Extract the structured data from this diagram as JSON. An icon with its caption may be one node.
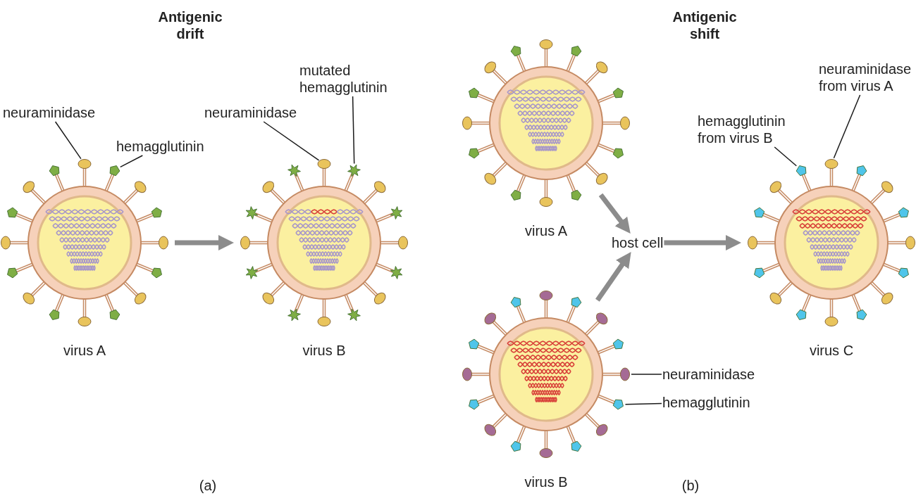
{
  "diagram": {
    "nodes": [
      {
        "text": [
          "virus A"
        ]
      },
      {
        "text": [
          "neuraminidase"
        ]
      },
      {
        "text": [],
        "shape": "circle",
        "in": 0
      },
      {
        "text": [
          "hemagglutinin"
        ]
      },
      {
        "text": [],
        "shape": "pentagon",
        "in": 0
      },
      {
        "text": [
          "virus B"
        ]
      },
      {
        "text": [
          "neuraminidase"
        ]
      },
      {
        "text": [],
        "shape": "circle",
        "in": 5
      },
      {
        "text": [
          "mutated hemagglutinin"
        ]
      },
      {
        "text": [],
        "shape": "star",
        "in": 5
      },
      {
        "text": [
          "virus A"
        ]
      },
      {
        "text": [
          "host cell"
        ]
      },
      {
        "text": [
          "virus B"
        ]
      },
      {
        "text": [
          "neuraminidase"
        ]
      },
      {
        "text": [],
        "shape": "circle",
        "in": 12
      },
      {
        "text": [
          "hemagglutinin"
        ]
      },
      {
        "text": [],
        "shape": "pentagon",
        "in": 12
      },
      {
        "text": [
          "virus C"
        ]
      },
      {
        "text": [
          "hemagglutinin from virus B"
        ]
      },
      {
        "text": [],
        "shape": "pentagon",
        "in": 17
      },
      {
        "text": [
          "neuraminidase from virus A"
        ]
      },
      {
        "text": [],
        "shape": "circle",
        "in": 17
      }
    ],
    "edges": [
      {
        "from": 1,
        "to": 2,
        "arrow": "none"
      },
      {
        "from": 3,
        "to": 4,
        "arrow": "none"
      },
      {
        "from": 0,
        "to": 5,
        "arrow": "to",
        "style": "thick",
        "color": "#8c8c8c"
      },
      {
        "from": 6,
        "to": 7,
        "arrow": "none"
      },
      {
        "from": 8,
        "to": 9,
        "arrow": "none"
      },
      {
        "from": 10,
        "to": 11,
        "arrow": "to",
        "style": "thick",
        "color": "#8c8c8c"
      },
      {
        "from": 12,
        "to": 11,
        "arrow": "to",
        "style": "thick",
        "color": "#8c8c8c"
      },
      {
        "from": 13,
        "to": 14,
        "arrow": "none"
      },
      {
        "from": 15,
        "to": 16,
        "arrow": "none"
      },
      {
        "from": 11,
        "to": 17,
        "arrow": "to",
        "style": "thick",
        "color": "#8c8c8c"
      },
      {
        "from": 18,
        "to": 19,
        "arrow": "none"
      },
      {
        "from": 20,
        "to": 21,
        "arrow": "none"
      }
    ],
    "labels": [
      "Antigenic drift",
      "Antigenic shift",
      "(a)",
      "(b)"
    ]
  }
}
